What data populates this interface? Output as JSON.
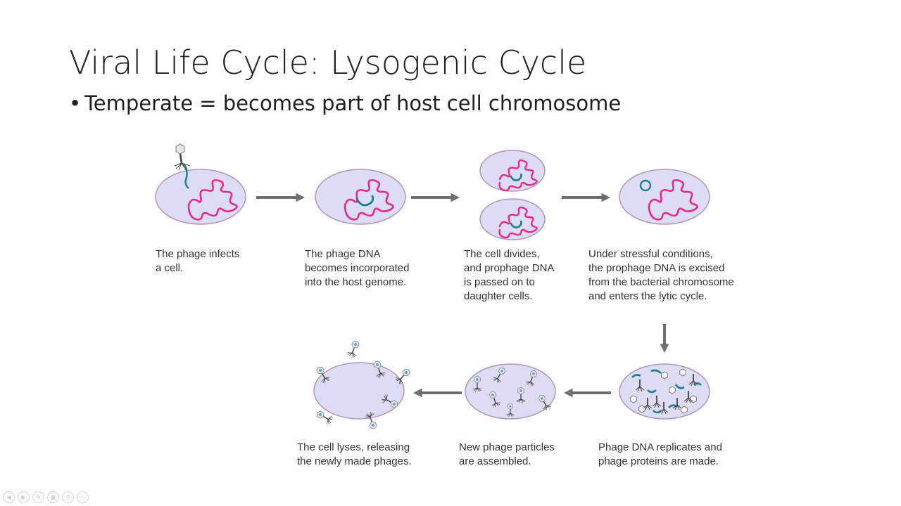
{
  "slide": {
    "title": "Viral Life Cycle: Lysogenic Cycle",
    "bullet": "Temperate = becomes part of host cell chromosome"
  },
  "diagram": {
    "captions": {
      "infect": "The phage infects\na cell.",
      "incorporate": "The phage DNA\nbecomes incorporated\ninto the host genome.",
      "divide": "The cell divides,\nand prophage DNA\nis passed on to\ndaughter cells.",
      "excise": "Under stressful conditions,\nthe prophage DNA is excised\nfrom the bacterial chromosome\nand enters the lytic cycle.",
      "replicate": "Phage DNA replicates and\nphage proteins are made.",
      "assemble": "New phage particles\nare assembled.",
      "lyse": "The cell lyses, releasing\nthe newly made phages."
    },
    "colors": {
      "cell_fill": "#dcdcf4",
      "cell_stroke": "#b894b4",
      "host_dna": "#e8288c",
      "phage_dna": "#1a7f8c",
      "arrow": "#6e6e6e"
    }
  },
  "toolbar": {
    "icons": [
      "prev-icon",
      "next-icon",
      "pen-icon",
      "slides-icon",
      "zoom-icon",
      "more-icon"
    ],
    "glyphs": [
      "◀",
      "▶",
      "✎",
      "▦",
      "⚲",
      "⋯"
    ]
  }
}
